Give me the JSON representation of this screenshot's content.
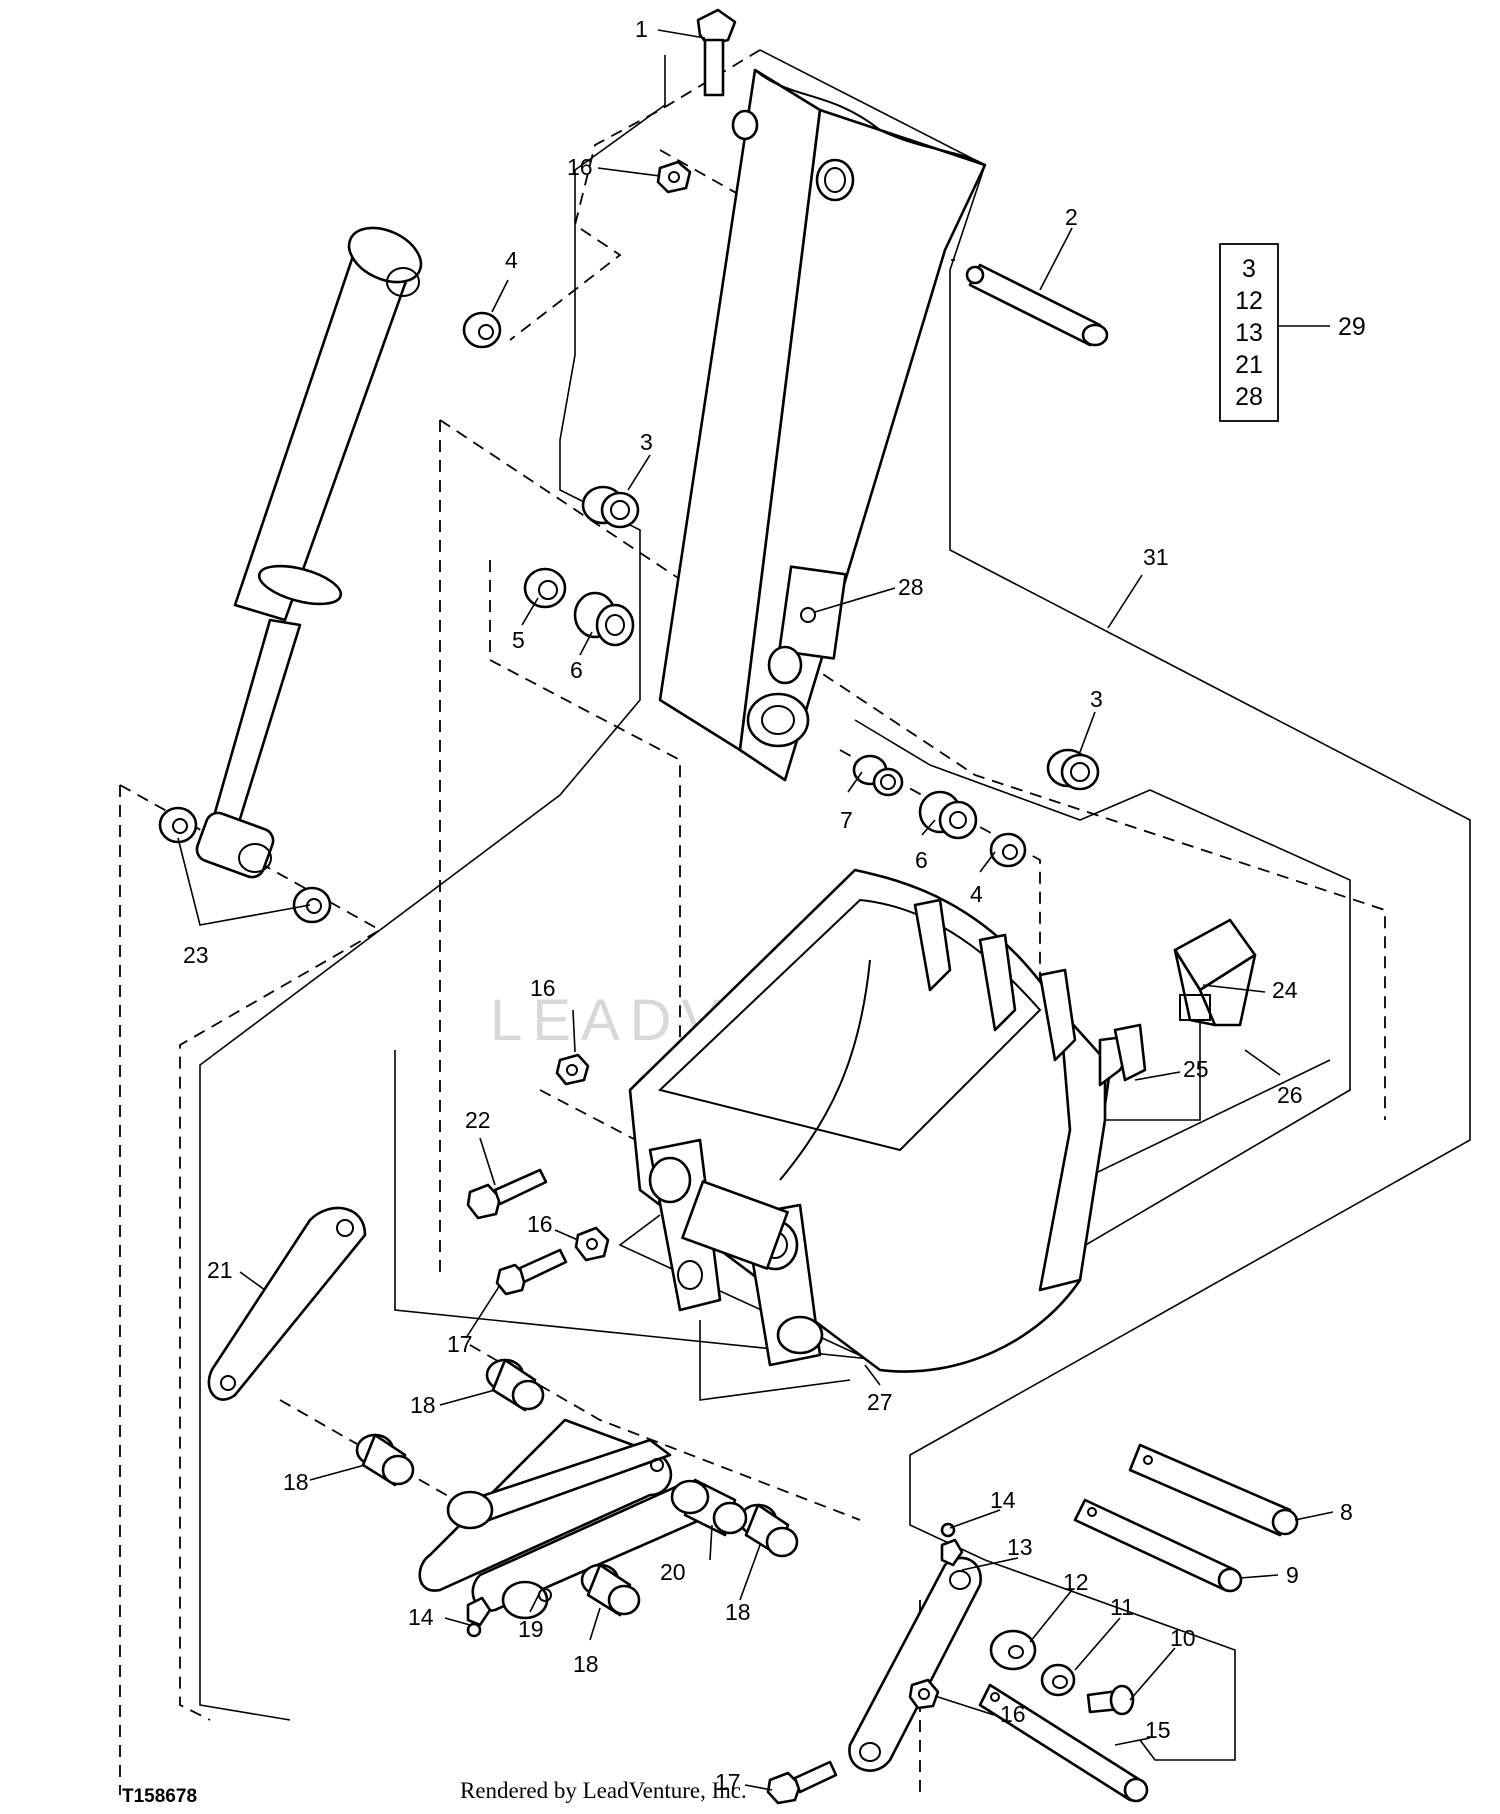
{
  "figure_code": "T158678",
  "credit": "Rendered by LeadVenture, Inc.",
  "watermark": "LEADVENTURE",
  "kit_box": {
    "items": [
      "3",
      "12",
      "13",
      "21",
      "28"
    ],
    "kit_label": "29"
  },
  "callouts": [
    {
      "id": "c1",
      "text": "1"
    },
    {
      "id": "c2",
      "text": "2"
    },
    {
      "id": "c3a",
      "text": "3"
    },
    {
      "id": "c3b",
      "text": "3"
    },
    {
      "id": "c4a",
      "text": "4"
    },
    {
      "id": "c4b",
      "text": "4"
    },
    {
      "id": "c5",
      "text": "5"
    },
    {
      "id": "c6a",
      "text": "6"
    },
    {
      "id": "c6b",
      "text": "6"
    },
    {
      "id": "c7",
      "text": "7"
    },
    {
      "id": "c8",
      "text": "8"
    },
    {
      "id": "c9",
      "text": "9"
    },
    {
      "id": "c10",
      "text": "10"
    },
    {
      "id": "c11",
      "text": "11"
    },
    {
      "id": "c12",
      "text": "12"
    },
    {
      "id": "c13",
      "text": "13"
    },
    {
      "id": "c14a",
      "text": "14"
    },
    {
      "id": "c14b",
      "text": "14"
    },
    {
      "id": "c15",
      "text": "15"
    },
    {
      "id": "c16a",
      "text": "16"
    },
    {
      "id": "c16b",
      "text": "16"
    },
    {
      "id": "c16c",
      "text": "16"
    },
    {
      "id": "c16d",
      "text": "16"
    },
    {
      "id": "c17a",
      "text": "17"
    },
    {
      "id": "c17b",
      "text": "17"
    },
    {
      "id": "c18a",
      "text": "18"
    },
    {
      "id": "c18b",
      "text": "18"
    },
    {
      "id": "c18c",
      "text": "18"
    },
    {
      "id": "c18d",
      "text": "18"
    },
    {
      "id": "c19",
      "text": "19"
    },
    {
      "id": "c20",
      "text": "20"
    },
    {
      "id": "c21",
      "text": "21"
    },
    {
      "id": "c22",
      "text": "22"
    },
    {
      "id": "c23",
      "text": "23"
    },
    {
      "id": "c24",
      "text": "24"
    },
    {
      "id": "c25",
      "text": "25"
    },
    {
      "id": "c26",
      "text": "26"
    },
    {
      "id": "c27",
      "text": "27"
    },
    {
      "id": "c28",
      "text": "28"
    },
    {
      "id": "c31",
      "text": "31"
    }
  ]
}
